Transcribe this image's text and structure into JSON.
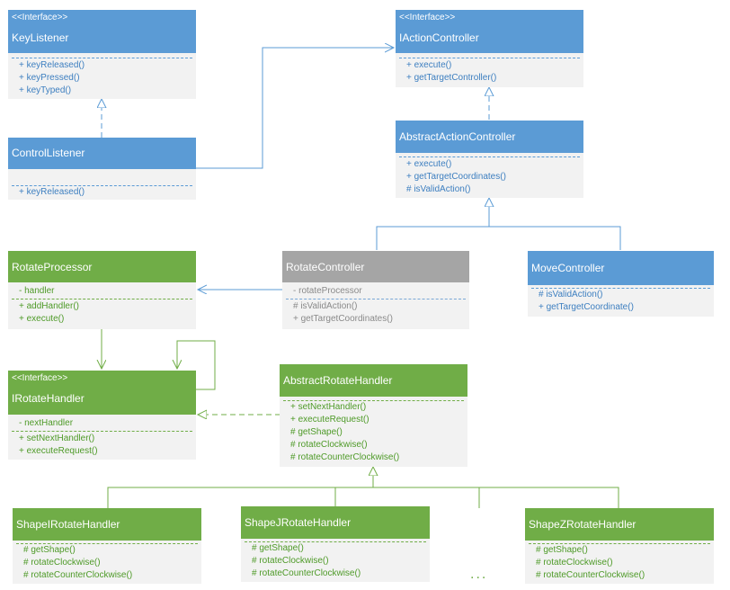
{
  "colors": {
    "blue": "#5b9bd5",
    "green": "#70ad47",
    "gray": "#a5a5a5"
  },
  "boxes": {
    "key_listener": {
      "stereotype": "<<Interface>>",
      "title": "KeyListener",
      "members": [
        "+ keyReleased()",
        "+ keyPressed()",
        "+ keyTyped()"
      ]
    },
    "control_listener": {
      "title": "ControlListener",
      "members": [
        "+ keyReleased()"
      ]
    },
    "iaction_controller": {
      "stereotype": "<<Interface>>",
      "title": "IActionController",
      "members": [
        "+ execute()",
        "+ getTargetController()"
      ]
    },
    "abstract_action_controller": {
      "title": "AbstractActionController",
      "members": [
        "+ execute()",
        "+ getTargetCoordinates()",
        "# isValidAction()"
      ]
    },
    "rotate_processor": {
      "title": "RotateProcessor",
      "fields": [
        "- handler"
      ],
      "members": [
        "+ addHandler()",
        "+ execute()"
      ]
    },
    "rotate_controller": {
      "title": "RotateController",
      "fields": [
        "- rotateProcessor"
      ],
      "members": [
        "# isValidAction()",
        "+ getTargetCoordinates()"
      ]
    },
    "move_controller": {
      "title": "MoveController",
      "members": [
        "# isValidAction()",
        "+ getTargetCoordinate()"
      ]
    },
    "irotate_handler": {
      "stereotype": "<<Interface>>",
      "title": "IRotateHandler",
      "fields": [
        "- nextHandler"
      ],
      "members": [
        "+ setNextHandler()",
        "+ executeRequest()"
      ]
    },
    "abstract_rotate_handler": {
      "title": "AbstractRotateHandler",
      "members": [
        "+ setNextHandler()",
        "+ executeRequest()",
        "# getShape()",
        "# rotateClockwise()",
        "# rotateCounterClockwise()"
      ]
    },
    "shape_i": {
      "title": "ShapeIRotateHandler",
      "members": [
        "# getShape()",
        "# rotateClockwise()",
        "# rotateCounterClockwise()"
      ]
    },
    "shape_j": {
      "title": "ShapeJRotateHandler",
      "members": [
        "# getShape()",
        "# rotateClockwise()",
        "# rotateCounterClockwise()"
      ]
    },
    "shape_z": {
      "title": "ShapeZRotateHandler",
      "members": [
        "# getShape()",
        "# rotateClockwise()",
        "# rotateCounterClockwise()"
      ]
    }
  },
  "ellipsis": "..."
}
